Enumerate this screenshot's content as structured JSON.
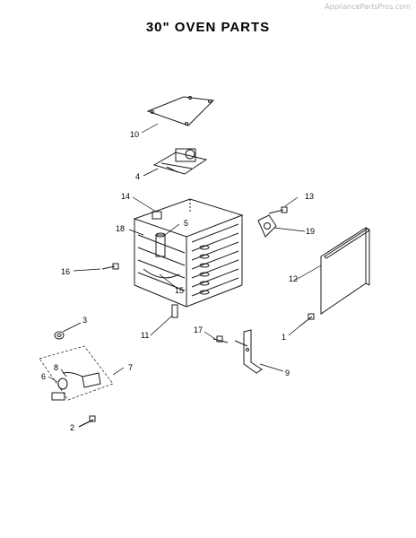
{
  "watermark": "AppliancePartsPros.com",
  "title": "30\" OVEN PARTS",
  "callouts": {
    "n1": "1",
    "n2": "2",
    "n3": "3",
    "n4": "4",
    "n5": "5",
    "n6": "6",
    "n7": "7",
    "n8": "8",
    "n9": "9",
    "n10": "10",
    "n11": "11",
    "n12": "12",
    "n13": "13",
    "n14": "14",
    "n15": "15",
    "n16": "16",
    "n17": "17",
    "n18": "18",
    "n19": "19"
  }
}
